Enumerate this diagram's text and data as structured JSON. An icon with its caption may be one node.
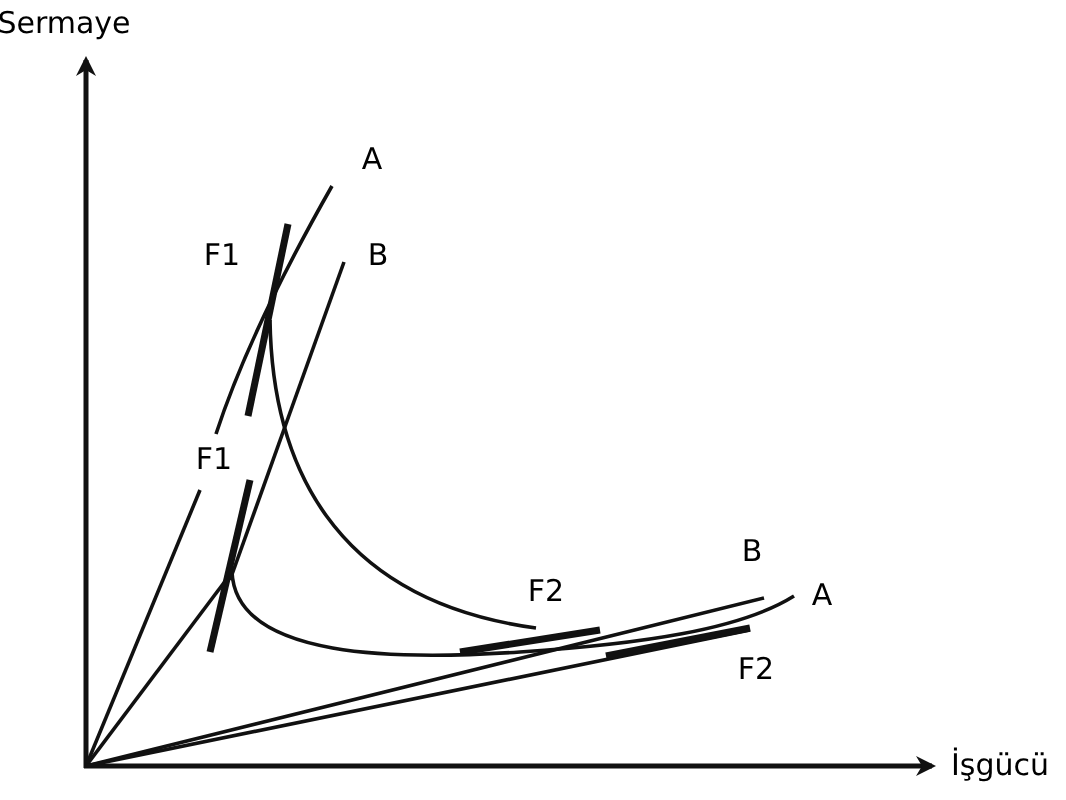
{
  "diagram": {
    "labels": [
      "Sermaye",
      "A",
      "F1",
      "B",
      "F1",
      "F2",
      "B",
      "A",
      "F2",
      "İşgücü"
    ]
  }
}
